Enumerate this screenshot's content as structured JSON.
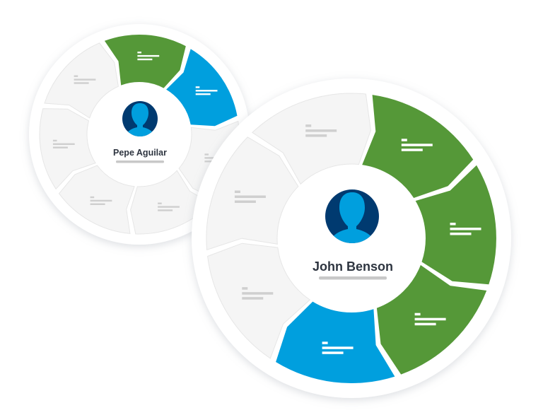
{
  "colors": {
    "completed": "#559838",
    "active": "#009fde",
    "pending": "#f5f5f5",
    "pending_stroke": "#e6e6e6",
    "ring": "#ffffff",
    "ring_shadow": "#d9dde2",
    "text_lines_on_color": "#ffffff",
    "text_lines_pending": "#cfcfcf",
    "avatar_bg": "#003a70",
    "avatar_person": "#009fde",
    "name_text": "#2e3540",
    "underline": "#c8c8c8"
  },
  "icons": {
    "avatar": "user-avatar-icon"
  },
  "wheels": [
    {
      "id": "pepe",
      "name": "Pepe Aguilar",
      "segments": [
        {
          "status": "completed"
        },
        {
          "status": "active"
        },
        {
          "status": "pending"
        },
        {
          "status": "pending"
        },
        {
          "status": "pending"
        },
        {
          "status": "pending"
        },
        {
          "status": "pending"
        }
      ]
    },
    {
      "id": "john",
      "name": "John Benson",
      "segments": [
        {
          "status": "completed"
        },
        {
          "status": "completed"
        },
        {
          "status": "completed"
        },
        {
          "status": "active"
        },
        {
          "status": "pending"
        },
        {
          "status": "pending"
        },
        {
          "status": "pending"
        }
      ]
    }
  ]
}
